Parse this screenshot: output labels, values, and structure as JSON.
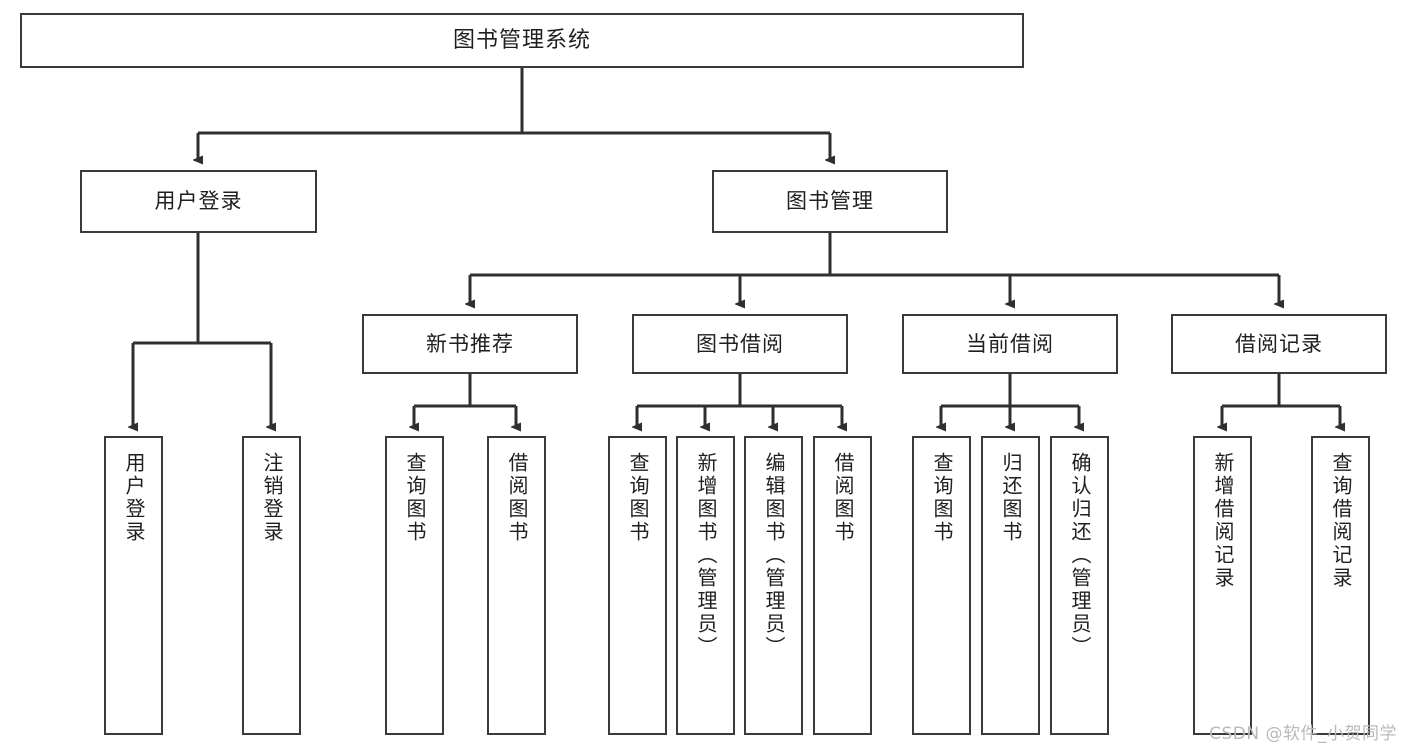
{
  "diagram": {
    "title": "图书管理系统",
    "type": "tree",
    "watermark": "CSDN @软件_小贺同学",
    "colors": {
      "box_border": "#3a3a3a",
      "box_fill": "#ffffff",
      "connector": "#2f2f2f",
      "text": "#1f1f1f",
      "watermark": "#b9b9b9",
      "background": "#ffffff"
    },
    "nodes": {
      "root": {
        "label": "图书管理系统"
      },
      "level2": [
        {
          "label": "用户登录"
        },
        {
          "label": "图书管理"
        }
      ],
      "level3": [
        {
          "label": "新书推荐"
        },
        {
          "label": "图书借阅"
        },
        {
          "label": "当前借阅"
        },
        {
          "label": "借阅记录"
        }
      ],
      "leaves": {
        "user_login": [
          {
            "label": "用户登录"
          },
          {
            "label": "注销登录"
          }
        ],
        "new_book_recommend": [
          {
            "label": "查询图书"
          },
          {
            "label": "借阅图书"
          }
        ],
        "book_borrow": [
          {
            "label": "查询图书"
          },
          {
            "label": "新增图书（管理员）"
          },
          {
            "label": "编辑图书（管理员）"
          },
          {
            "label": "借阅图书"
          }
        ],
        "current_borrow": [
          {
            "label": "查询图书"
          },
          {
            "label": "归还图书"
          },
          {
            "label": "确认归还（管理员）"
          }
        ],
        "borrow_record": [
          {
            "label": "新增借阅记录"
          },
          {
            "label": "查询借阅记录"
          }
        ]
      }
    }
  }
}
